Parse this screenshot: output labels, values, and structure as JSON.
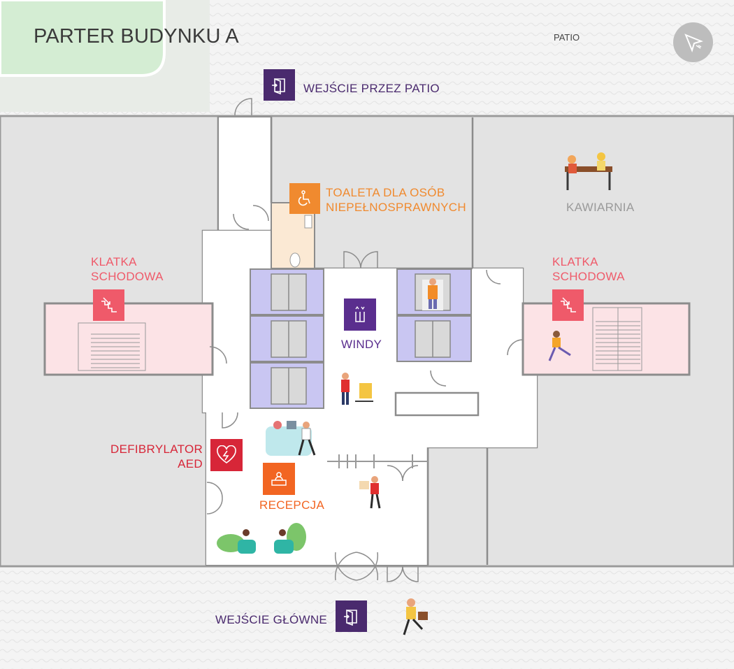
{
  "title": "PARTER BUDYNKU A",
  "patio_label": "PATIO",
  "labels": {
    "patio_entrance": "WEJŚCIE PRZEZ PATIO",
    "accessible_toilet_line1": "TOALETA DLA OSÓB",
    "accessible_toilet_line2": "NIEPEŁNOSPRAWNYCH",
    "cafe": "KAWIARNIA",
    "stairwell_left_line1": "KLATKA",
    "stairwell_left_line2": "SCHODOWA",
    "stairwell_right_line1": "KLATKA",
    "stairwell_right_line2": "SCHODOWA",
    "elevators": "WINDY",
    "defibrillator_line1": "DEFIBRYLATOR",
    "defibrillator_line2": "AED",
    "reception": "RECEPCJA",
    "main_entrance": "WEJŚCIE GŁÓWNE"
  },
  "colors": {
    "entrance_purple": "#4a2a6e",
    "toilet_orange": "#f08a2f",
    "stairwell_pink": "#ef5a6a",
    "defibrillator_red": "#d72638",
    "reception_orange": "#f26522",
    "elevator_purple": "#5a2e8e",
    "cafe_gray": "#9a9a9a",
    "elevator_shaft": "#c9c6f2",
    "stair_room": "#fce3e6",
    "toilet_room": "#fbe9d4",
    "garden": "#d4edd3"
  },
  "icons": {
    "patio_entrance": "door-enter-icon",
    "main_entrance": "door-enter-icon",
    "toilet": "wheelchair-icon",
    "stairs": "stairs-down-icon",
    "elevator": "elevator-icon",
    "defibrillator": "heart-defibrillator-icon",
    "reception": "reception-desk-icon",
    "navigation": "cursor-arrow-icon"
  }
}
